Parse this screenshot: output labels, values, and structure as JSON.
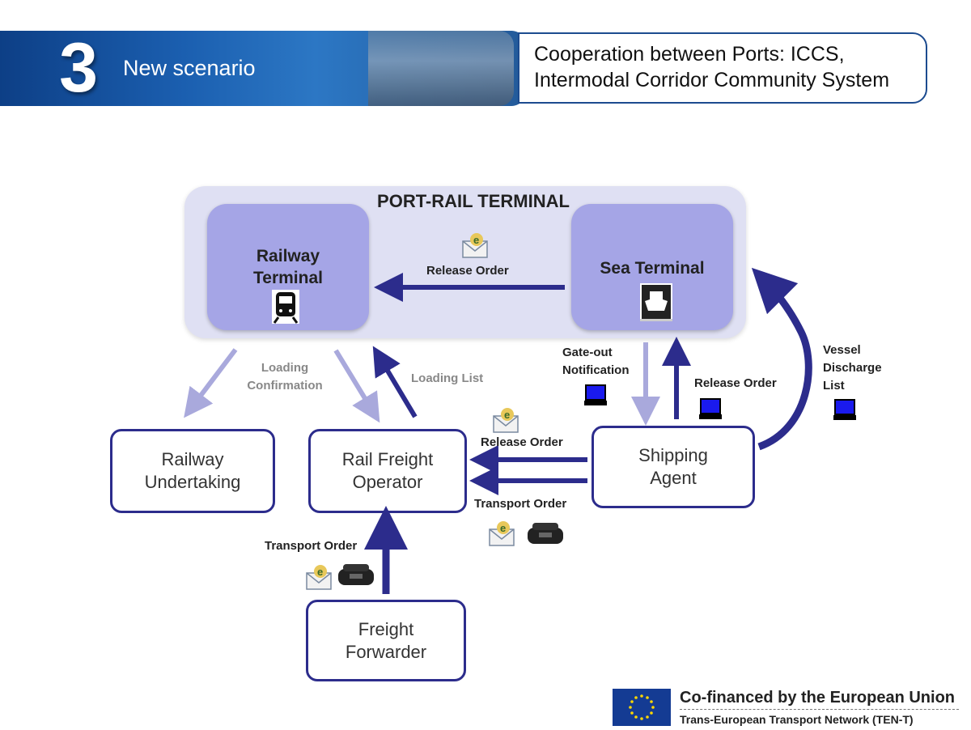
{
  "header": {
    "number": "3",
    "title": "New scenario",
    "subtitle_line1": "Cooperation between Ports: ICCS,",
    "subtitle_line2": "Intermodal Corridor Community System"
  },
  "diagram": {
    "panel_title": "PORT-RAIL TERMINAL",
    "railway_terminal_line1": "Railway",
    "railway_terminal_line2": "Terminal",
    "sea_terminal": "Sea Terminal",
    "nodes": {
      "railway_undertaking_line1": "Railway",
      "railway_undertaking_line2": "Undertaking",
      "rail_freight_operator_line1": "Rail Freight",
      "rail_freight_operator_line2": "Operator",
      "shipping_agent_line1": "Shipping",
      "shipping_agent_line2": "Agent",
      "freight_forwarder_line1": "Freight",
      "freight_forwarder_line2": "Forwarder"
    },
    "labels": {
      "release_order_top": "Release Order",
      "loading_confirmation_line1": "Loading",
      "loading_confirmation_line2": "Confirmation",
      "loading_list": "Loading List",
      "gate_out_line1": "Gate-out",
      "gate_out_line2": "Notification",
      "release_order_right": "Release Order",
      "vessel_line1": "Vessel",
      "vessel_line2": "Discharge",
      "vessel_line3": "List",
      "release_order_mid": "Release Order",
      "transport_order_mid": "Transport Order",
      "transport_order_bottom": "Transport Order"
    }
  },
  "footer": {
    "line1": "Co-financed by the European Union",
    "line2": "Trans-European Transport Network (TEN-T)"
  },
  "colors": {
    "arrow_dark": "#2c2c8c",
    "arrow_light": "#a9a9dc",
    "panel": "#dfe0f3",
    "inner_box": "#a5a5e6",
    "header_blue": "#1b5fb0"
  }
}
